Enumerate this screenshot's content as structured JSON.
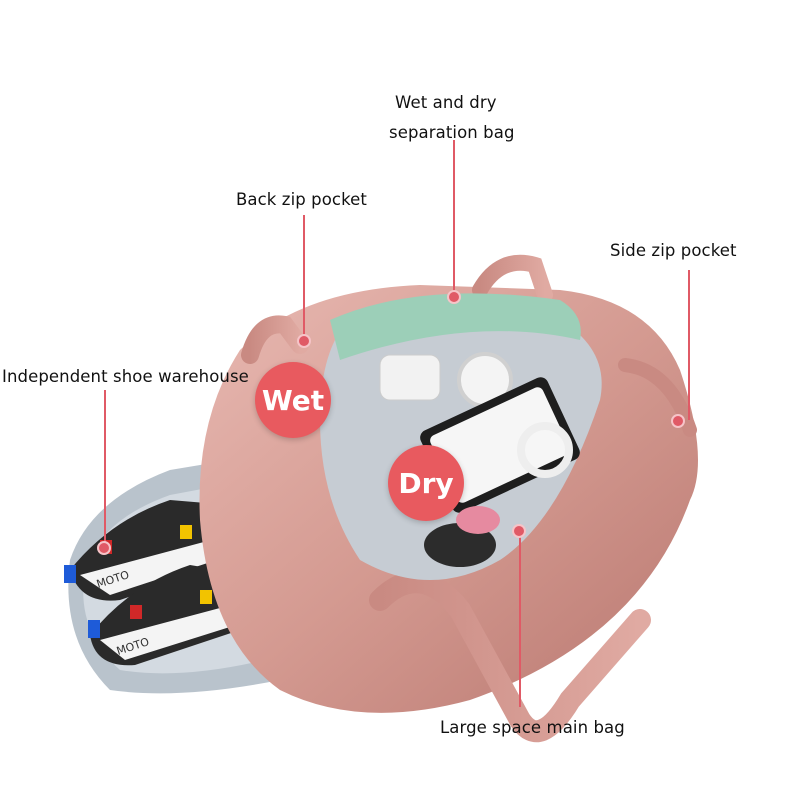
{
  "labels": {
    "wet_dry_line1": "Wet and dry",
    "wet_dry_line2": "separation bag",
    "back_zip": "Back zip pocket",
    "side_zip": "Side zip pocket",
    "shoe": "Independent shoe warehouse",
    "main_bag": "Large space main bag"
  },
  "badges": {
    "wet": "Wet",
    "dry": "Dry"
  },
  "shoe_brand": "MOTO",
  "colors": {
    "accent": "#e05a66",
    "bag": "#d9a29a",
    "badge": "#e85a5f"
  }
}
